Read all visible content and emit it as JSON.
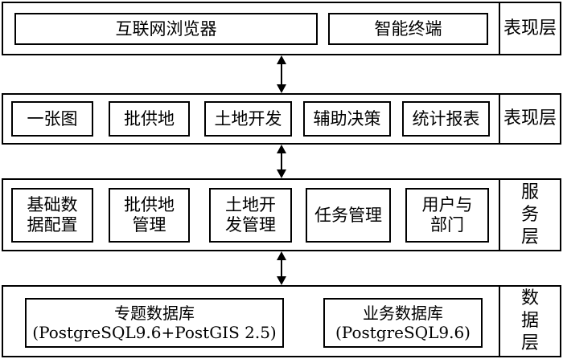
{
  "layers": [
    {
      "label": "表现层",
      "items": [
        "互联网浏览器",
        "智能终端"
      ]
    },
    {
      "label": "表现层",
      "items": [
        "一张图",
        "批供地",
        "土地开发",
        "辅助决策",
        "统计报表"
      ]
    },
    {
      "label": "服务层",
      "items": [
        "基础数\n据配置",
        "批供地\n管理",
        "土地开\n发管理",
        "任务管理",
        "用户与\n部门"
      ]
    },
    {
      "label": "数据层",
      "items": [
        "专题数据库\n(PostgreSQL9.6+PostGIS 2.5)",
        "业务数据库\n(PostgreSQL9.6)"
      ]
    }
  ]
}
